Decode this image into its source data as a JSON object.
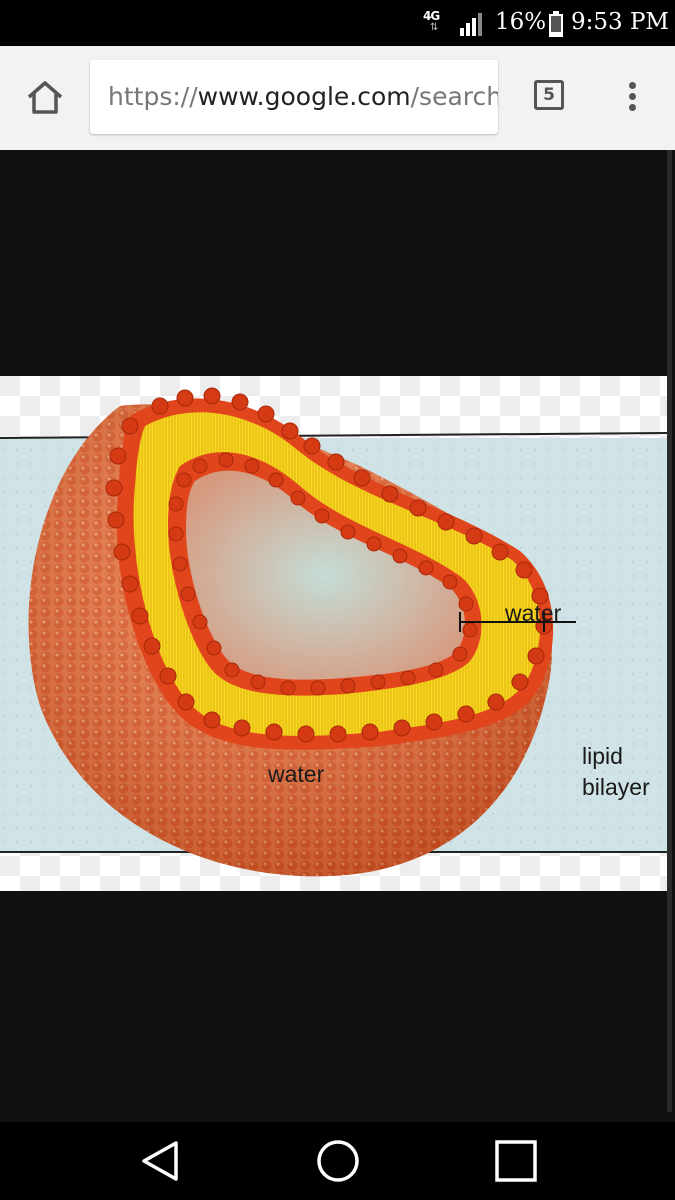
{
  "status": {
    "network": "4G",
    "battery_percent": "16%",
    "time": "9:53 PM"
  },
  "browser": {
    "url_scheme": "https://",
    "url_host": "www.google.com",
    "url_path": "/search",
    "tab_count": "5",
    "icons": [
      "home-icon",
      "tabs-icon",
      "overflow-menu-icon"
    ]
  },
  "figure": {
    "labels": {
      "water_outer": "water",
      "water_inner": "water",
      "bilayer_line1": "lipid",
      "bilayer_line2": "bilayer"
    },
    "colors": {
      "background_water": "#cfe3e6",
      "head_groups": "#e0451c",
      "tails": "#f5d81c",
      "surface": "#e8683a"
    }
  },
  "navigation": {
    "icons": [
      "back-icon",
      "home-circle-icon",
      "recents-icon"
    ]
  }
}
